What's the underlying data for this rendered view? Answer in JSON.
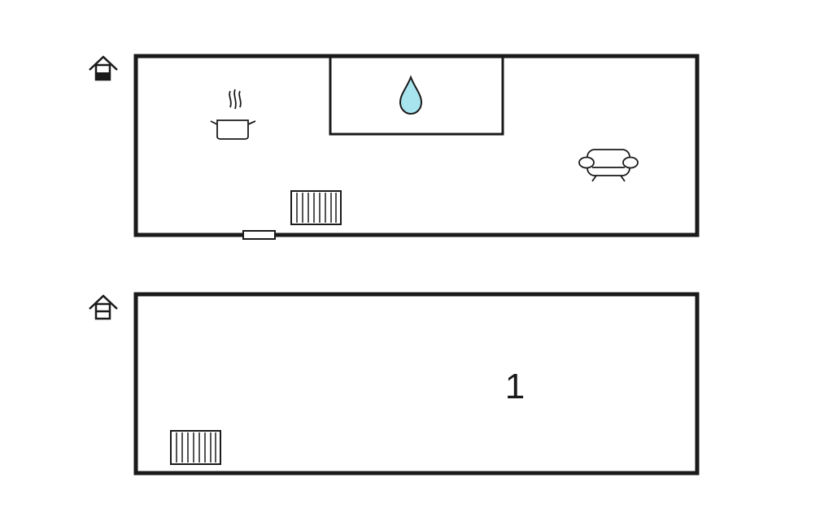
{
  "floors": [
    {
      "id": "upper",
      "level_icon": "floor-level-house-icon-filled",
      "icons": [
        "cooking-pot-icon",
        "water-drop-icon",
        "armchair-icon",
        "radiator-icon",
        "window"
      ]
    },
    {
      "id": "lower",
      "level_icon": "floor-level-house-icon-outline",
      "room_label": "1",
      "icons": [
        "radiator-icon"
      ]
    }
  ],
  "colors": {
    "wall": "#1a1a1a",
    "water": "#a8e4ee",
    "background": "#ffffff"
  }
}
